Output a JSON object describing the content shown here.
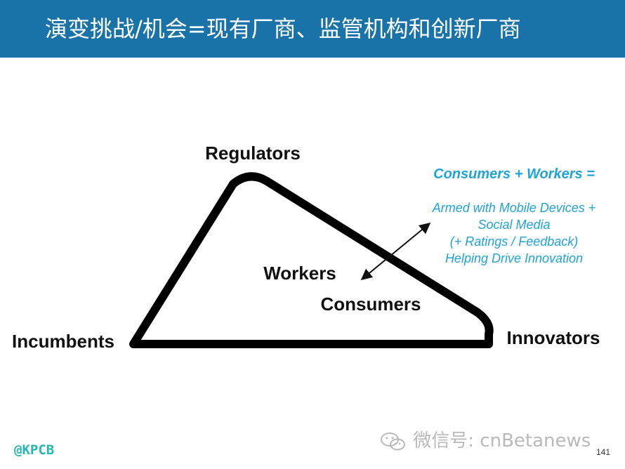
{
  "header": {
    "title": "演变挑战/机会=现有厂商、监管机构和创新厂商"
  },
  "diagram": {
    "nodes": {
      "regulators": "Regulators",
      "incumbents": "Incumbents",
      "innovators": "Innovators",
      "workers": "Workers",
      "consumers": "Consumers"
    },
    "callout": {
      "heading": "Consumers + Workers =",
      "lines": [
        "Armed with Mobile Devices +",
        "Social Media",
        "(+ Ratings / Feedback)",
        "Helping Drive Innovation"
      ]
    }
  },
  "footer": {
    "brand": "@KPCB",
    "watermark": "微信号: cnBetanews",
    "page_number": "141"
  },
  "colors": {
    "header_bg": "#1a73a8",
    "callout_text": "#1fa3d9",
    "brand": "#27b6b0",
    "watermark": "#b9b9b9"
  }
}
